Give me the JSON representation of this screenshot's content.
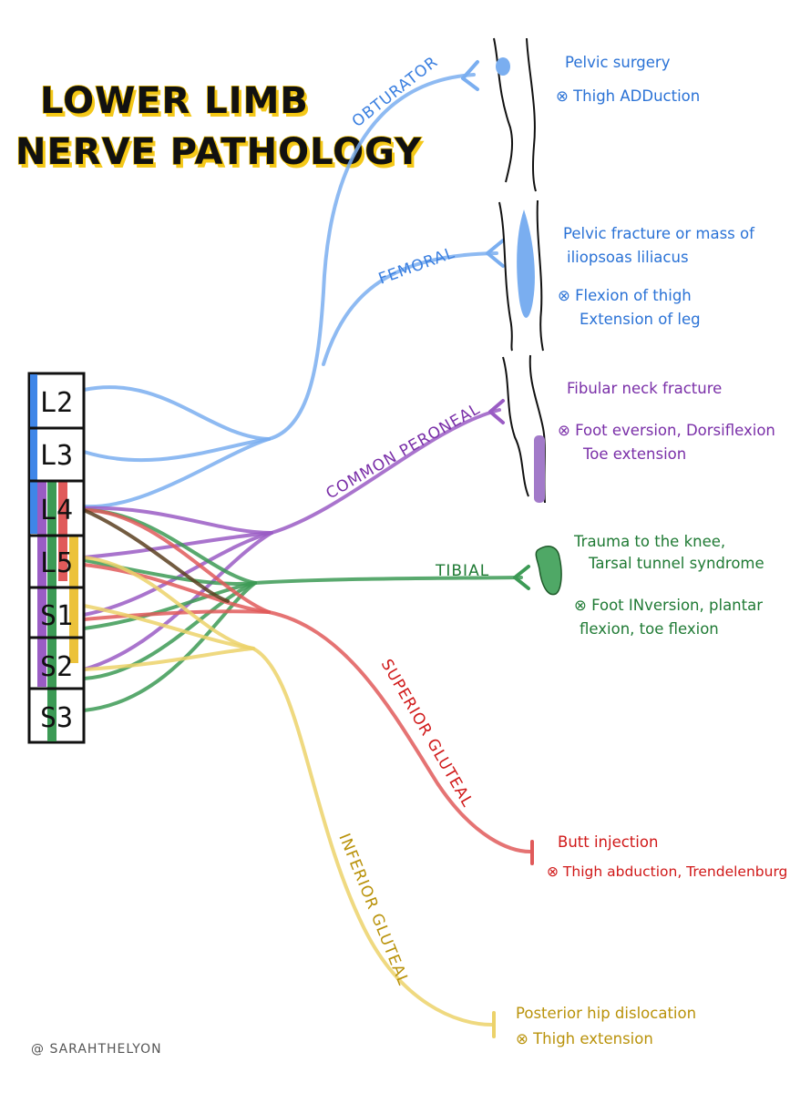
{
  "title": {
    "line1": "LOWER LIMB",
    "line2": "NERVE PATHOLOGY"
  },
  "credit": "@ SARAHTHELYON",
  "colors": {
    "obturator": "#7aaef0",
    "femoral": "#7aaef0",
    "peroneal": "#9a5cc4",
    "tibial": "#3c9a55",
    "sup_gluteal": "#e05a5a",
    "inf_gluteal": "#ecd26a",
    "blue_text": "#2a72d6",
    "purple_text": "#7a2fa8",
    "green_text": "#1f7a34",
    "red_text": "#d01818",
    "yellow_text": "#b9920a"
  },
  "roots": [
    "L2",
    "L3",
    "L4",
    "L5",
    "S1",
    "S2",
    "S3"
  ],
  "nerves": {
    "obturator": {
      "label": "OBTURATOR",
      "notes": [
        "Pelvic surgery",
        "⊗ Thigh ADDuction"
      ]
    },
    "femoral": {
      "label": "FEMORAL",
      "notes": [
        "Pelvic fracture or mass of",
        "iliopsoas liliacus",
        "⊗ Flexion of thigh",
        "Extension of leg"
      ]
    },
    "common_peroneal": {
      "label": "COMMON PERONEAL",
      "notes": [
        "Fibular neck fracture",
        "⊗ Foot eversion, Dorsiflexion",
        "Toe extension"
      ]
    },
    "tibial": {
      "label": "TIBIAL",
      "notes": [
        "Trauma to the knee,",
        "Tarsal tunnel syndrome",
        "⊗ Foot INversion, plantar",
        "flexion, toe flexion"
      ]
    },
    "superior_gluteal": {
      "label": "SUPERIOR GLUTEAL",
      "notes": [
        "Butt injection",
        "⊗ Thigh abduction, Trendelenburg"
      ]
    },
    "inferior_gluteal": {
      "label": "INFERIOR GLUTEAL",
      "notes": [
        "Posterior hip dislocation",
        "⊗ Thigh extension"
      ]
    }
  }
}
